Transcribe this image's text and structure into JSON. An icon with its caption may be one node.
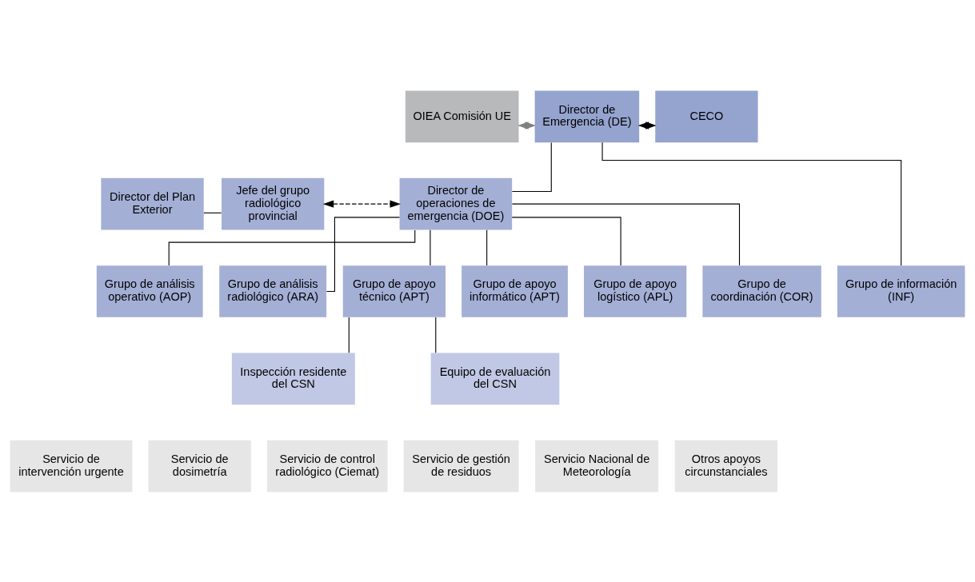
{
  "diagram": {
    "nodes": [
      {
        "text": [
          "OIEA Comisión UE"
        ]
      },
      {
        "text": [
          "Director de Emergencia (DE)"
        ]
      },
      {
        "text": [
          "CECO"
        ]
      },
      {
        "text": [
          "Director del Plan Exterior"
        ]
      },
      {
        "text": [
          "Jefe del grupo radiológico provincial"
        ]
      },
      {
        "text": [
          "Director de operaciones de emergencia (DOE)"
        ]
      },
      {
        "text": [
          "Grupo de análisis operativo (AOP)"
        ]
      },
      {
        "text": [
          "Grupo de análisis radiológico (ARA)"
        ]
      },
      {
        "text": [
          "Grupo de coordinación (COR)"
        ]
      },
      {
        "text": [
          "Grupo de apoyo técnico (APT)"
        ]
      },
      {
        "text": [
          "Grupo de apoyo informático (APT)"
        ]
      },
      {
        "text": [
          "Grupo de apoyo logístico (APL)"
        ]
      },
      {
        "text": [
          "Grupo de información (INF)"
        ]
      },
      {
        "text": [
          "Inspección residente del CSN"
        ]
      },
      {
        "text": [
          "Equipo de evaluación del CSN"
        ]
      },
      {
        "text": [
          "Servicio de intervención urgente"
        ]
      },
      {
        "text": [
          "Servicio de dosimetría"
        ]
      },
      {
        "text": [
          "Servicio de control radiológico (Ciemat)"
        ]
      },
      {
        "text": [
          "Servicio de gestión de residuos"
        ]
      },
      {
        "text": [
          "Servicio Nacional de Meteorología"
        ]
      },
      {
        "text": [
          "Otros apoyos circunstanciales"
        ]
      }
    ],
    "edges": [
      {
        "from": 0,
        "to": 1,
        "arrow": "both",
        "style": "dashed",
        "color": "#808080"
      },
      {
        "from": 1,
        "to": 2,
        "arrow": "both",
        "style": "dashed"
      },
      {
        "from": 1,
        "to": 5,
        "arrow": "none"
      },
      {
        "from": 1,
        "to": 12,
        "arrow": "none"
      },
      {
        "from": 3,
        "to": 4,
        "arrow": "none"
      },
      {
        "from": 4,
        "to": 5,
        "arrow": "both",
        "style": "dashed"
      },
      {
        "from": 5,
        "to": 6,
        "arrow": "none"
      },
      {
        "from": 5,
        "to": 7,
        "arrow": "none"
      },
      {
        "from": 5,
        "to": 8,
        "arrow": "none"
      },
      {
        "from": 5,
        "to": 9,
        "arrow": "none"
      },
      {
        "from": 5,
        "to": 10,
        "arrow": "none"
      },
      {
        "from": 5,
        "to": 11,
        "arrow": "none"
      },
      {
        "from": 9,
        "to": 13,
        "arrow": "none"
      },
      {
        "from": 9,
        "to": 14,
        "arrow": "none"
      }
    ]
  }
}
